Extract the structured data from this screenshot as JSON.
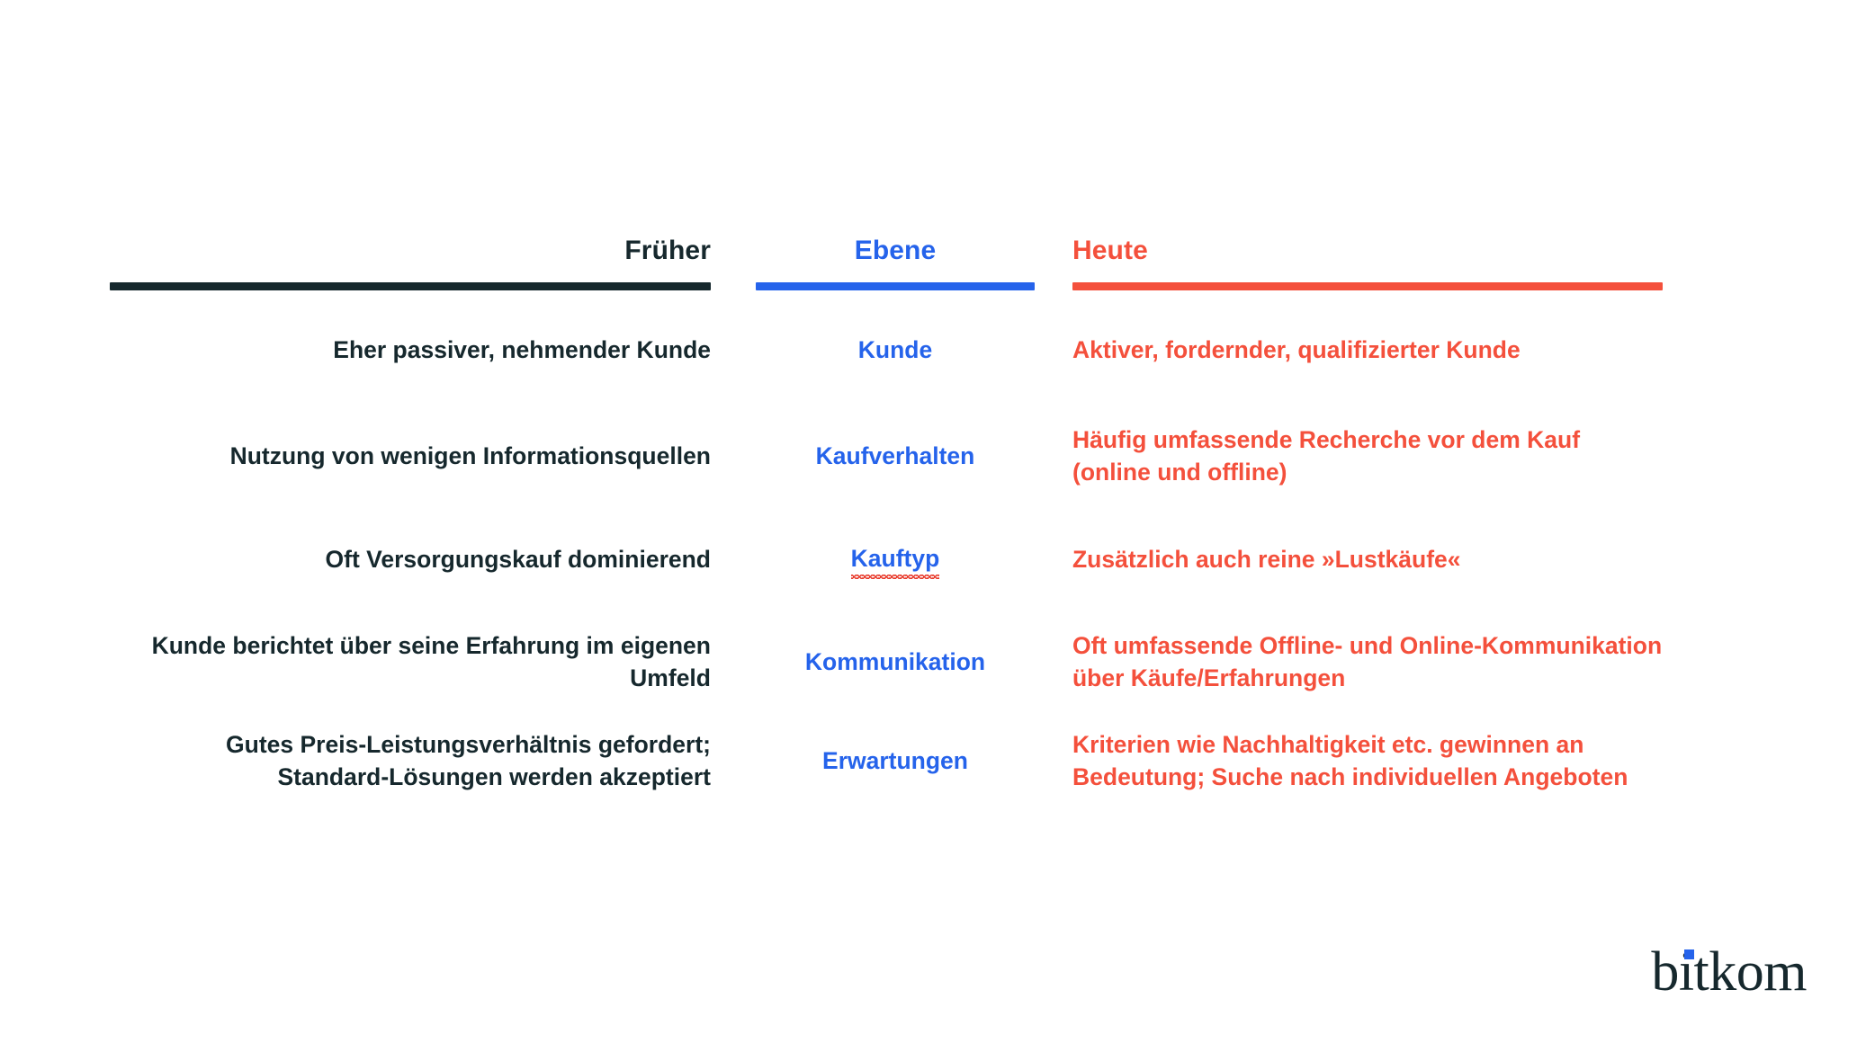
{
  "slide": {
    "background_color": "#ffffff",
    "colors": {
      "past": "#16282d",
      "level": "#2563eb",
      "today": "#f4503c",
      "spellcheck_underline": "#e83b2c"
    }
  },
  "headers": {
    "past": "Früher",
    "level": "Ebene",
    "today": "Heute"
  },
  "rows": [
    {
      "level": "Kunde",
      "level_misspelled": false,
      "past": "Eher passiver, nehmender Kunde",
      "today": "Aktiver, fordernder, qualifizierter Kunde"
    },
    {
      "level": "Kaufverhalten",
      "level_misspelled": false,
      "past": "Nutzung von wenigen Informationsquellen",
      "today": "Häufig umfassende Recherche vor dem Kauf (online und offline)"
    },
    {
      "level": "Kauftyp",
      "level_misspelled": true,
      "past": "Oft Versorgungskauf dominierend",
      "today": "Zusätzlich auch reine »Lustkäufe«"
    },
    {
      "level": "Kommunikation",
      "level_misspelled": false,
      "past": "Kunde berichtet über seine Erfahrung im eigenen Umfeld",
      "today": "Oft umfassende Offline- und Online-Kommunikation über Käufe/Erfahrungen"
    },
    {
      "level": "Erwartungen",
      "level_misspelled": false,
      "past": "Gutes Preis-Leistungsverhältnis gefordert; Standard-Lösungen werden akzeptiert",
      "today": "Kriterien wie Nachhaltigkeit etc. gewinnen an Bedeutung; Suche nach individuellen Angeboten"
    }
  ],
  "logo": {
    "text": "bitkom"
  }
}
